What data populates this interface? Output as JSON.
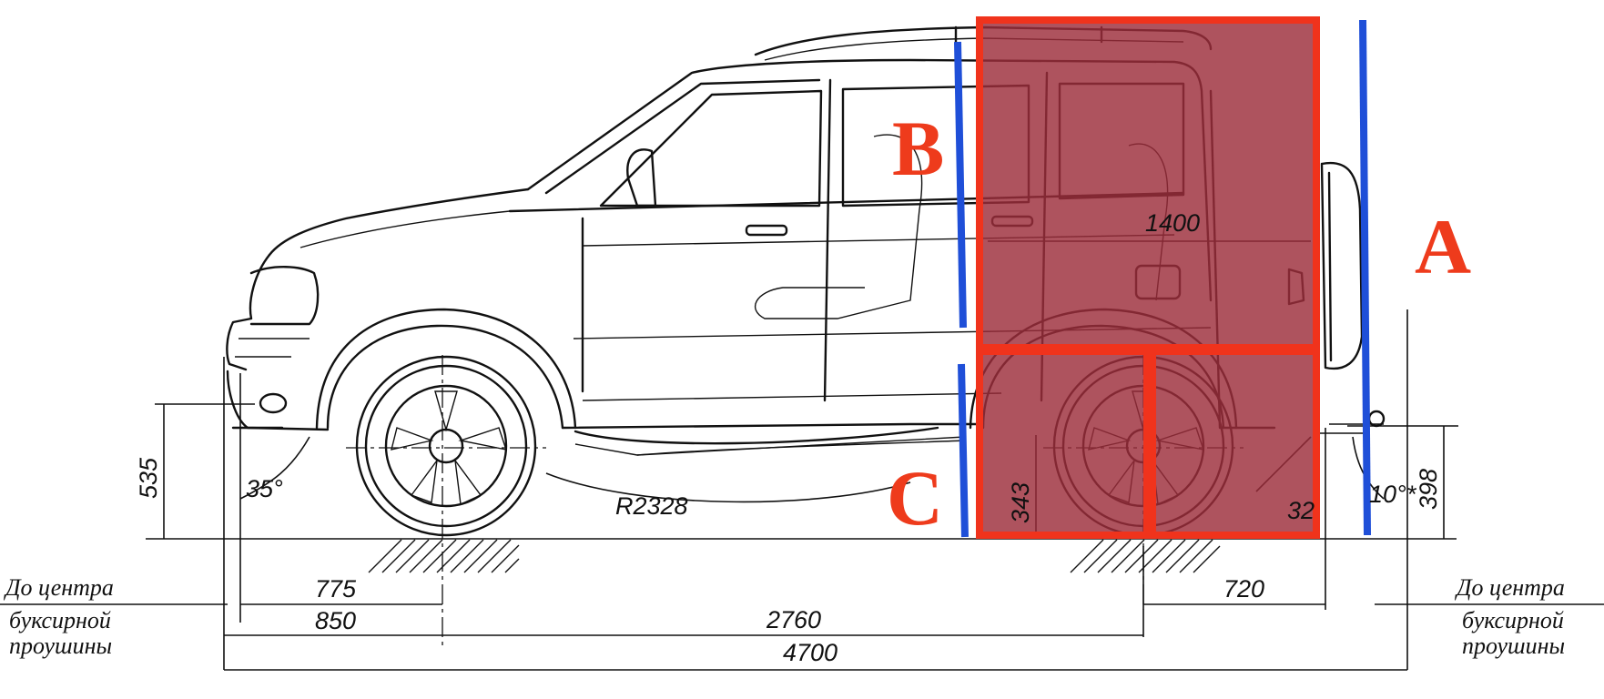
{
  "dimensions": {
    "d1400": "1400",
    "d535": "535",
    "d398": "398",
    "d343": "343",
    "d775": "775",
    "d850": "850",
    "d2760": "2760",
    "d4700": "4700",
    "d720": "720",
    "radius": "R2328",
    "approach_angle": "35°",
    "departure_angle_partial": "32",
    "rear_angle_partial": "10°*"
  },
  "notes": {
    "left": [
      "До центра",
      "буксирной",
      "проушины"
    ],
    "right": [
      "До центра",
      "буксирной",
      "проушины"
    ]
  },
  "zones": {
    "a": "A",
    "b": "B",
    "c": "C"
  },
  "colors": {
    "zone_fill": "#9c2d3a",
    "zone_border": "#f0331c",
    "boundary_line": "#1f4fd8",
    "zone_letter": "#ee3b1c",
    "line": "#111111"
  }
}
